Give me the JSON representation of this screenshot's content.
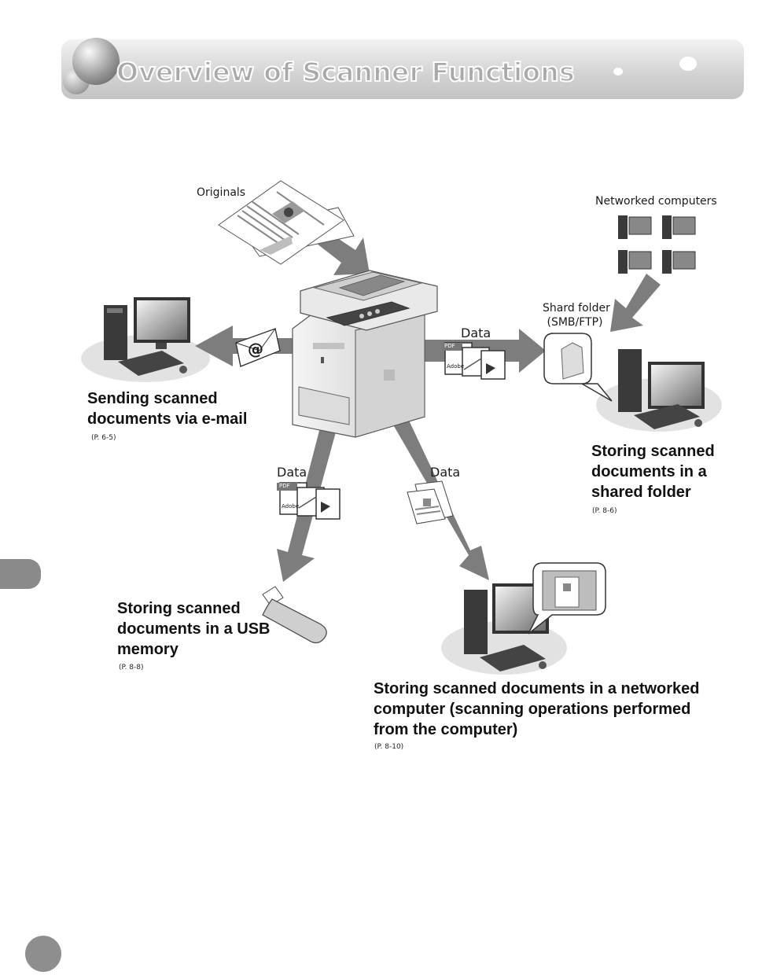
{
  "page": {
    "title": "Overview of Scanner Functions"
  },
  "labels": {
    "originals": "Originals",
    "networked_computers": "Networked computers",
    "shared_folder_line1": "Shard folder",
    "shared_folder_line2": "(SMB/FTP)",
    "data_right": "Data",
    "data_left": "Data",
    "data_center": "Data",
    "pdf_mark": "PDF",
    "adobe_mark": "Adobe",
    "email_symbol": "@"
  },
  "functions": {
    "email": {
      "title": "Sending scanned\ndocuments via e-mail",
      "ref": "(P. 6-5)"
    },
    "shared_folder": {
      "title": "Storing scanned\ndocuments in a\nshared folder",
      "ref": "(P. 8-6)"
    },
    "usb": {
      "title": "Storing scanned\ndocuments in a USB\nmemory",
      "ref": "(P. 8-8)"
    },
    "networked_computer": {
      "title": "Storing scanned documents in a networked\ncomputer (scanning operations performed\nfrom the computer)",
      "ref": "(P. 8-10)"
    }
  },
  "colors": {
    "banner": "#d2d2d2",
    "arrow": "#7d7d7d",
    "shadow": "#e0e0e0",
    "side_tab": "#8a8a8a"
  }
}
